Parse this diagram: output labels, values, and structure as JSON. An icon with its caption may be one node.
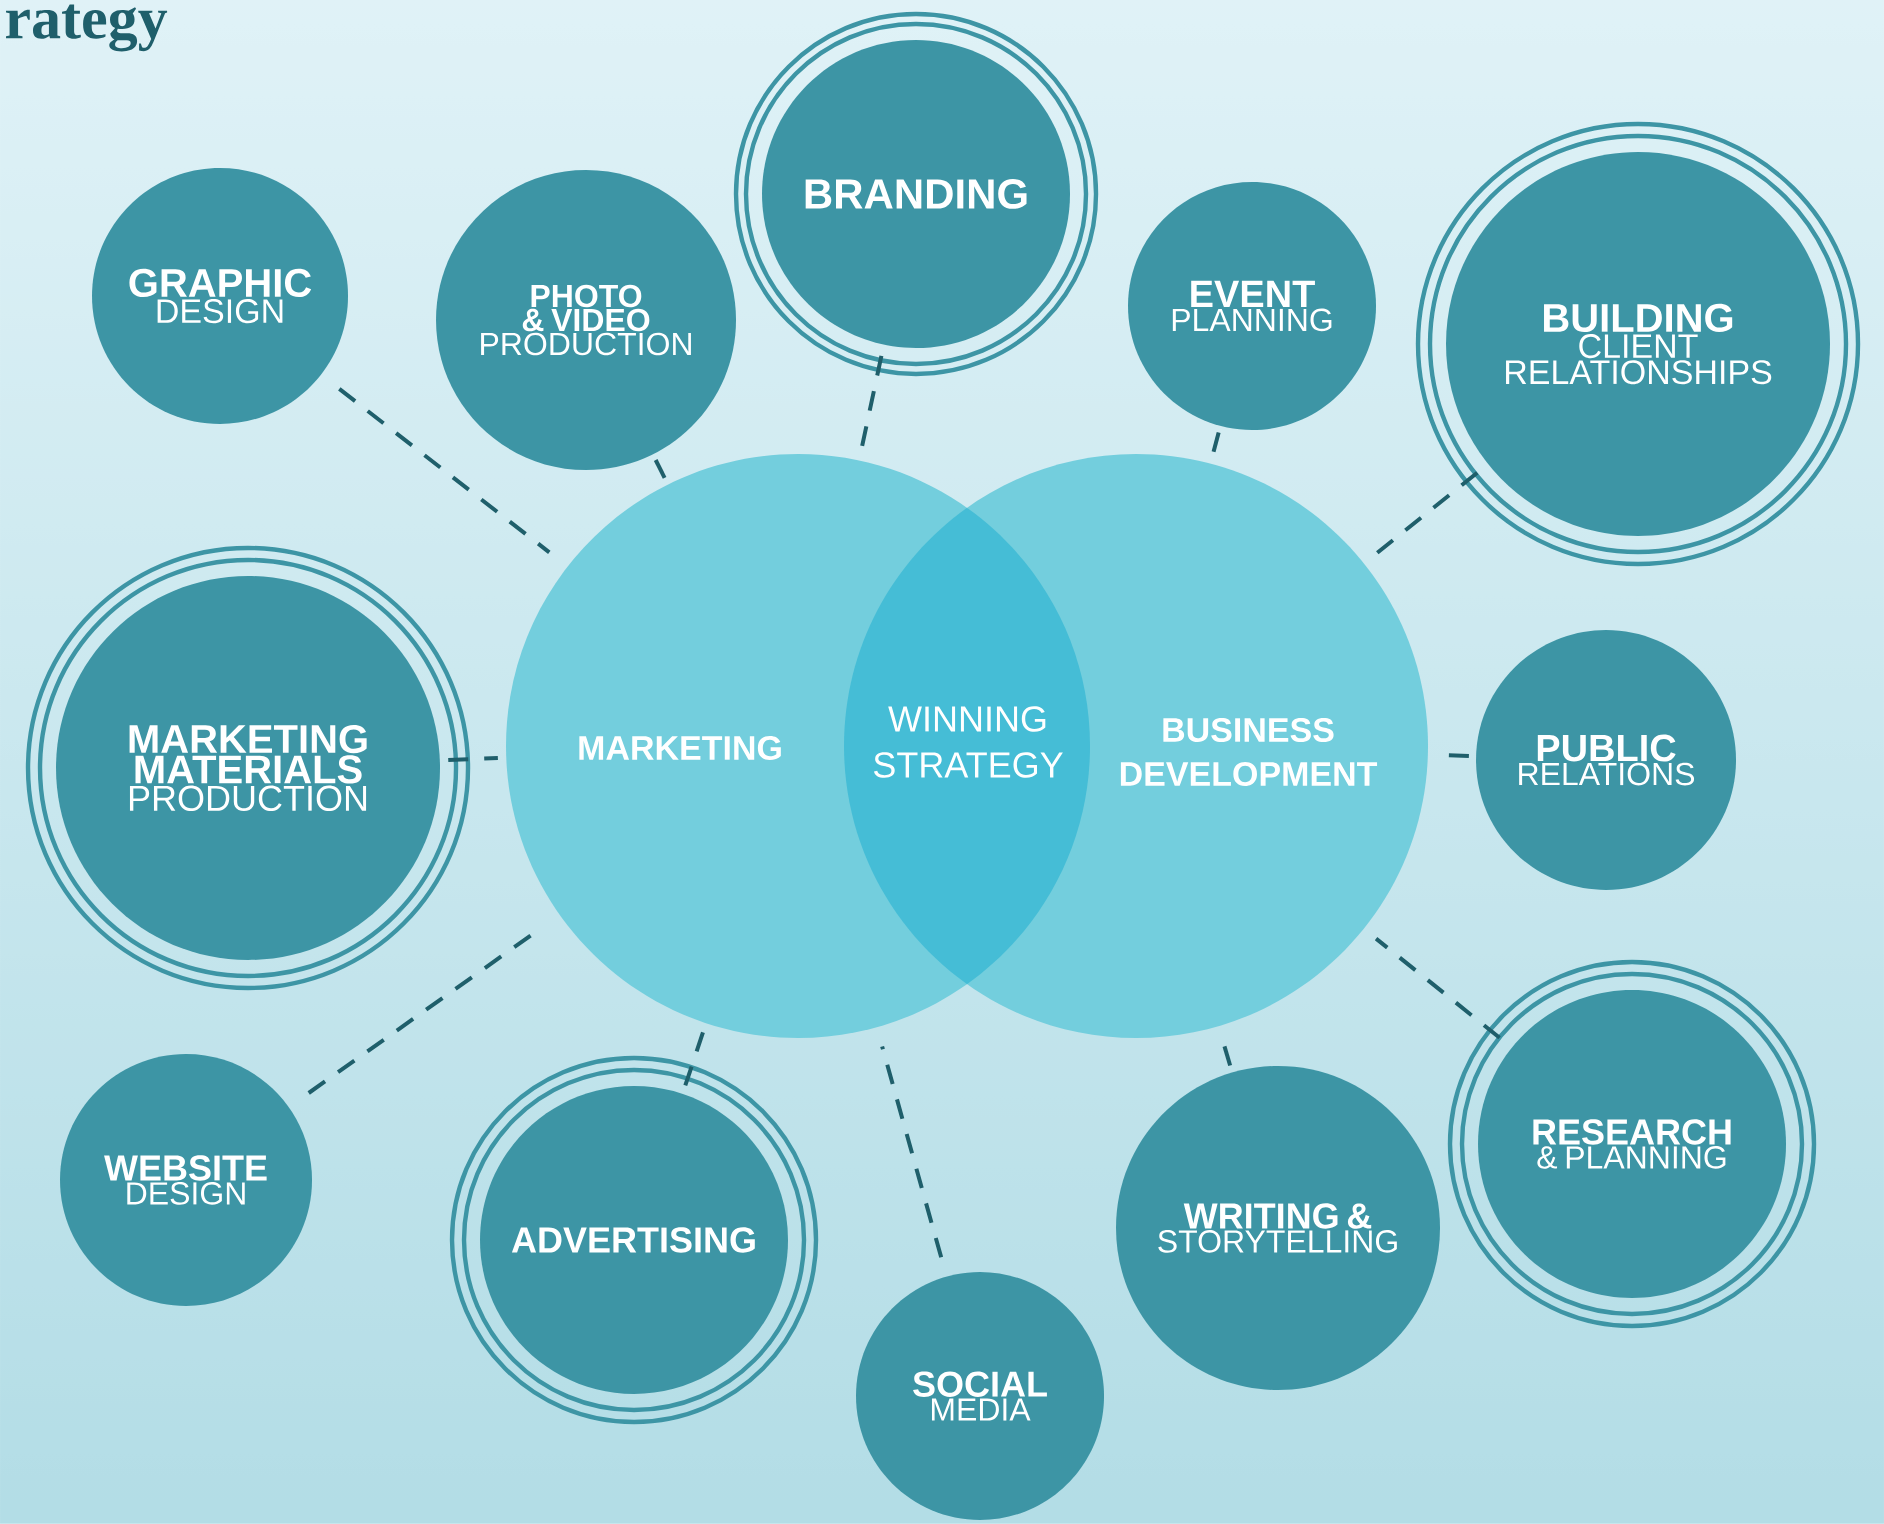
{
  "diagram": {
    "title": "rategy",
    "nodes": [
      {
        "text": [
          "MARKETING"
        ]
      },
      {
        "text": [
          "BUSINESS DEVELOPMENT"
        ]
      },
      {
        "text": [
          "WINNING STRATEGY"
        ]
      },
      {
        "text": [
          "GRAPHIC",
          "DESIGN"
        ]
      },
      {
        "text": [
          "PHOTO & VIDEO",
          "PRODUCTION"
        ]
      },
      {
        "text": [
          "BRANDING"
        ]
      },
      {
        "text": [
          "EVENT",
          "PLANNING"
        ]
      },
      {
        "text": [
          "BUILDING",
          "CLIENT RELATIONSHIPS"
        ]
      },
      {
        "text": [
          "MARKETING MATERIALS",
          "PRODUCTION"
        ]
      },
      {
        "text": [
          "PUBLIC",
          "RELATIONS"
        ]
      },
      {
        "text": [
          "WEBSITE",
          "DESIGN"
        ]
      },
      {
        "text": [
          "ADVERTISING"
        ]
      },
      {
        "text": [
          "SOCIAL",
          "MEDIA"
        ]
      },
      {
        "text": [
          "WRITING &",
          "STORYTELLING"
        ]
      },
      {
        "text": [
          "RESEARCH",
          "& PLANNING"
        ]
      }
    ],
    "edges": [
      {
        "from": 3,
        "to": 0,
        "arrow": "none",
        "style": "dashed"
      },
      {
        "from": 4,
        "to": 0,
        "arrow": "none",
        "style": "dashed"
      },
      {
        "from": 5,
        "to": 0,
        "arrow": "none",
        "style": "dashed"
      },
      {
        "from": 6,
        "to": 1,
        "arrow": "none",
        "style": "dashed"
      },
      {
        "from": 7,
        "to": 1,
        "arrow": "none",
        "style": "dashed"
      },
      {
        "from": 8,
        "to": 0,
        "arrow": "none",
        "style": "dashed"
      },
      {
        "from": 9,
        "to": 1,
        "arrow": "none",
        "style": "dashed"
      },
      {
        "from": 10,
        "to": 0,
        "arrow": "none",
        "style": "dashed"
      },
      {
        "from": 11,
        "to": 0,
        "arrow": "none",
        "style": "dashed"
      },
      {
        "from": 12,
        "to": 0,
        "arrow": "none",
        "style": "dashed"
      },
      {
        "from": 13,
        "to": 1,
        "arrow": "none",
        "style": "dashed"
      },
      {
        "from": 14,
        "to": 1,
        "arrow": "none",
        "style": "dashed"
      }
    ]
  }
}
